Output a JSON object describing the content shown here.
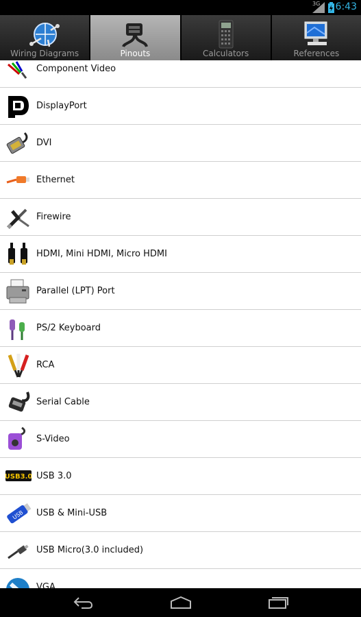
{
  "status": {
    "network": "3G",
    "time": "6:43",
    "accent": "#33b5e5"
  },
  "tabs": [
    {
      "label": "Wiring Diagrams",
      "icon": "wiring-globe-icon",
      "selected": false
    },
    {
      "label": "Pinouts",
      "icon": "pinouts-connector-icon",
      "selected": true
    },
    {
      "label": "Calculators",
      "icon": "calculator-icon",
      "selected": false
    },
    {
      "label": "References",
      "icon": "monitor-icon",
      "selected": false
    }
  ],
  "items": [
    {
      "label": "Component Video",
      "icon": "component-video-icon"
    },
    {
      "label": "DisplayPort",
      "icon": "displayport-icon"
    },
    {
      "label": "DVI",
      "icon": "dvi-icon"
    },
    {
      "label": "Ethernet",
      "icon": "ethernet-icon"
    },
    {
      "label": "Firewire",
      "icon": "firewire-icon"
    },
    {
      "label": "HDMI, Mini HDMI, Micro HDMI",
      "icon": "hdmi-icon"
    },
    {
      "label": "Parallel (LPT) Port",
      "icon": "printer-icon"
    },
    {
      "label": "PS/2 Keyboard",
      "icon": "ps2-icon"
    },
    {
      "label": "RCA",
      "icon": "rca-icon"
    },
    {
      "label": "Serial Cable",
      "icon": "serial-cable-icon"
    },
    {
      "label": "S-Video",
      "icon": "svideo-icon"
    },
    {
      "label": "USB 3.0",
      "icon": "usb3-icon",
      "badge": "USB3.0"
    },
    {
      "label": "USB & Mini-USB",
      "icon": "usb-stick-icon",
      "badge": "USB"
    },
    {
      "label": "USB Micro(3.0 included)",
      "icon": "usb-micro-icon"
    },
    {
      "label": "VGA",
      "icon": "vga-icon"
    }
  ],
  "nav": {
    "back": "back-icon",
    "home": "home-icon",
    "recents": "recents-icon"
  }
}
